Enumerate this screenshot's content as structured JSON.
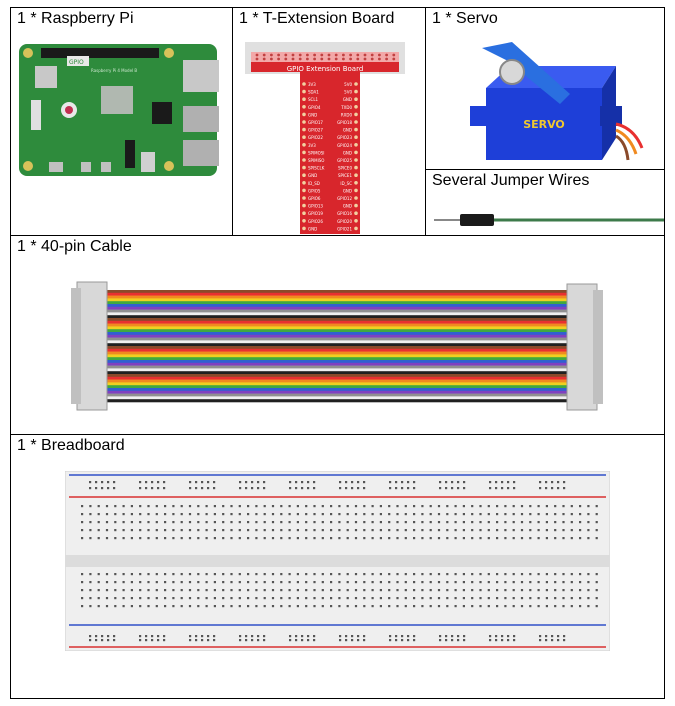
{
  "components": {
    "raspberry_pi": {
      "label": "1 * Raspberry Pi",
      "logo_text": "GPIO",
      "board_text": "Raspberry Pi 4 Model B"
    },
    "t_extension": {
      "label": "1 * T-Extension Board",
      "board_title": "GPIO Extension Board",
      "pins_left": [
        "3V3",
        "SDA1",
        "SCL1",
        "GPIO4",
        "GND",
        "GPIO17",
        "GPIO27",
        "GPIO22",
        "3V3",
        "SPIMOSI",
        "SPIMISO",
        "SPISCLK",
        "GND",
        "ID_SD",
        "GPIO5",
        "GPIO6",
        "GPIO13",
        "GPIO19",
        "GPIO26",
        "GND"
      ],
      "pins_right": [
        "5V0",
        "5V0",
        "GND",
        "TXD0",
        "RXD0",
        "GPIO18",
        "GND",
        "GPIO23",
        "GPIO24",
        "GND",
        "GPIO25",
        "SPICE0",
        "SPICE1",
        "ID_SC",
        "GND",
        "GPIO12",
        "GND",
        "GPIO16",
        "GPIO20",
        "GPIO21"
      ]
    },
    "servo": {
      "label": "1 * Servo",
      "body_text": "SERVO"
    },
    "jumper_wires": {
      "label": "Several Jumper Wires"
    },
    "ribbon_cable": {
      "label": "1 * 40-pin Cable"
    },
    "breadboard": {
      "label": "1 * Breadboard"
    }
  },
  "colors": {
    "pi_green": "#2e8b3c",
    "t_board_red": "#d8262c",
    "servo_blue": "#1e3fd8",
    "servo_arm": "#2a6fe0",
    "wire_green": "#3c7a4a",
    "rail_red": "#d83030",
    "rail_blue": "#3050c8",
    "ribbon": [
      "#8a4a2a",
      "#e83030",
      "#f08a20",
      "#f0d020",
      "#40a840",
      "#3060d0",
      "#8040c0",
      "#909090",
      "#f0f0f0",
      "#202020"
    ]
  }
}
